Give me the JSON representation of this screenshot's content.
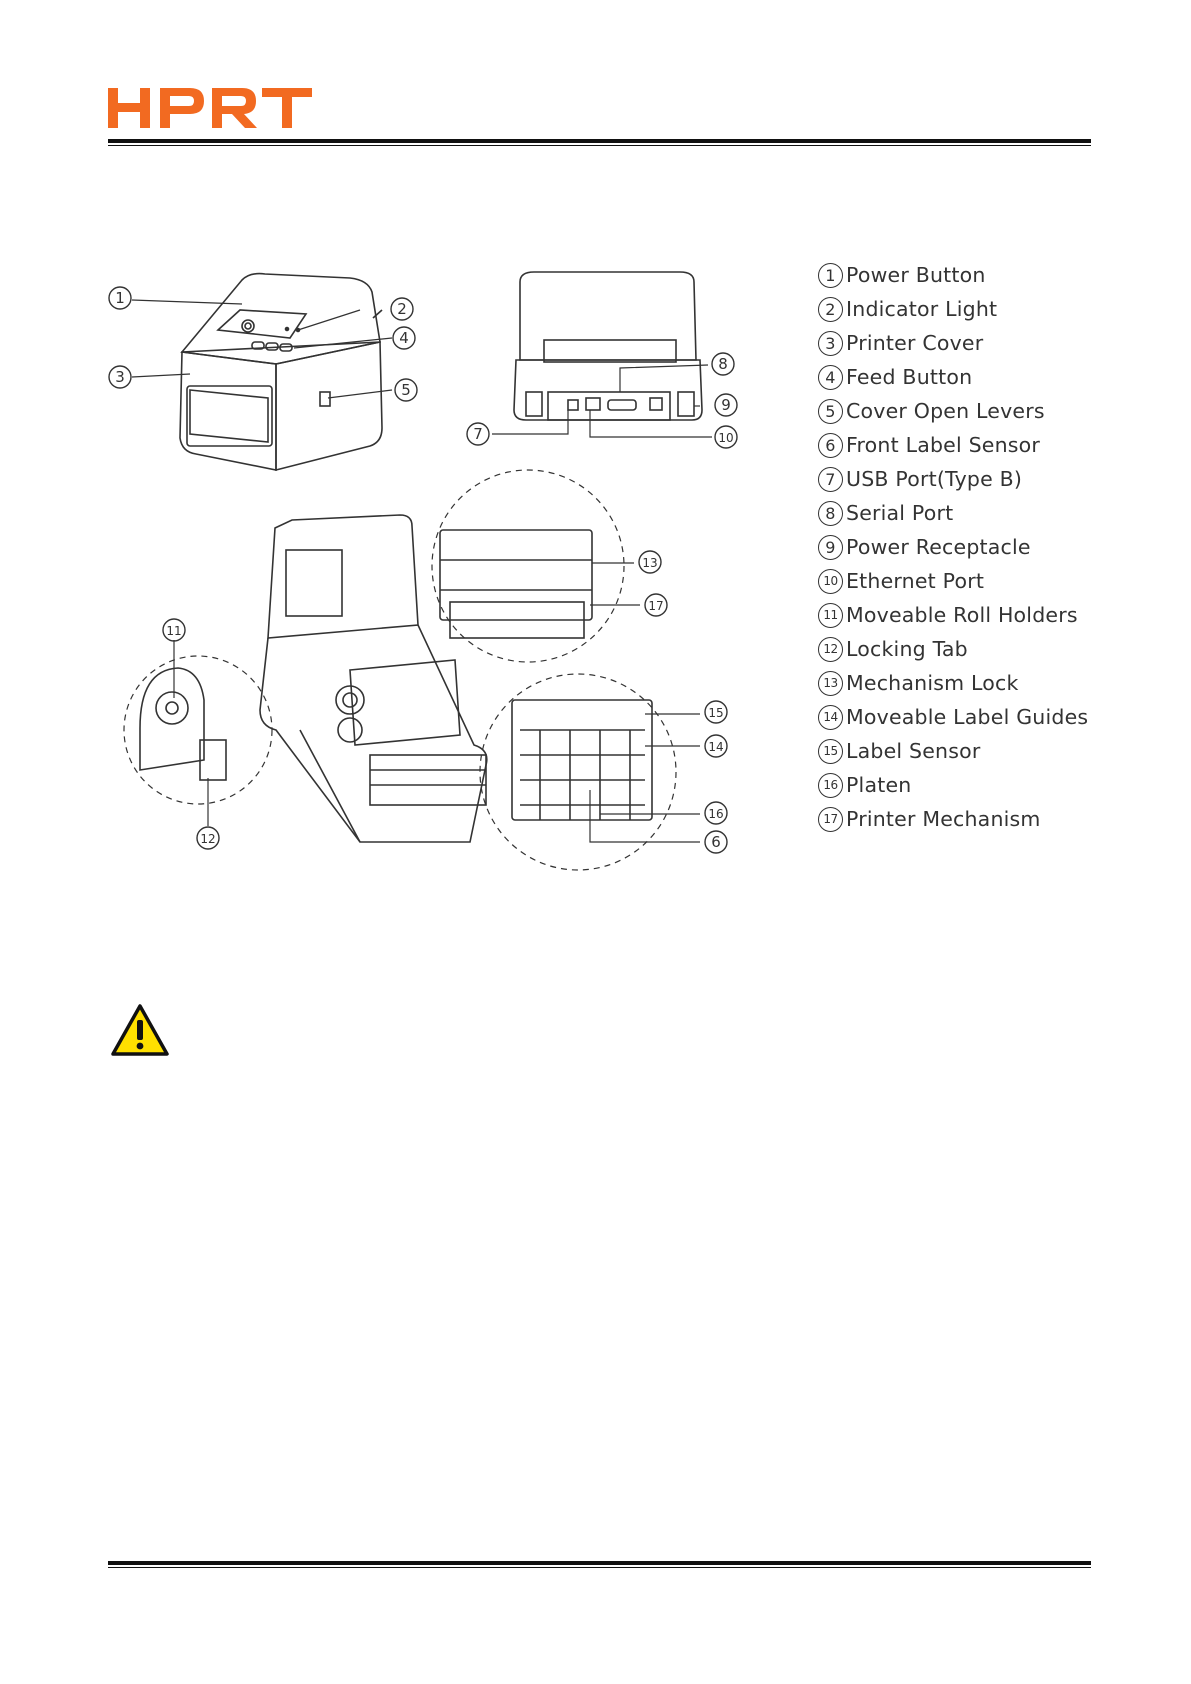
{
  "brand": {
    "logo_text": "HPRT",
    "color": "#F26A21"
  },
  "legend": [
    {
      "num": "1",
      "label": "Power Button"
    },
    {
      "num": "2",
      "label": "Indicator Light"
    },
    {
      "num": "3",
      "label": "Printer Cover"
    },
    {
      "num": "4",
      "label": "Feed Button"
    },
    {
      "num": "5",
      "label": "Cover Open Levers"
    },
    {
      "num": "6",
      "label": "Front Label Sensor"
    },
    {
      "num": "7",
      "label": "USB Port(Type B)"
    },
    {
      "num": "8",
      "label": "Serial Port"
    },
    {
      "num": "9",
      "label": "Power Receptacle"
    },
    {
      "num": "10",
      "label": "Ethernet Port"
    },
    {
      "num": "11",
      "label": "Moveable Roll Holders"
    },
    {
      "num": "12",
      "label": "Locking Tab"
    },
    {
      "num": "13",
      "label": "Mechanism Lock"
    },
    {
      "num": "14",
      "label": "Moveable Label Guides"
    },
    {
      "num": "15",
      "label": "Label Sensor"
    },
    {
      "num": "16",
      "label": "Platen"
    },
    {
      "num": "17",
      "label": "Printer Mechanism"
    }
  ],
  "icons": {
    "warning": "warning-triangle-icon",
    "warning_fill": "#FFE000"
  }
}
